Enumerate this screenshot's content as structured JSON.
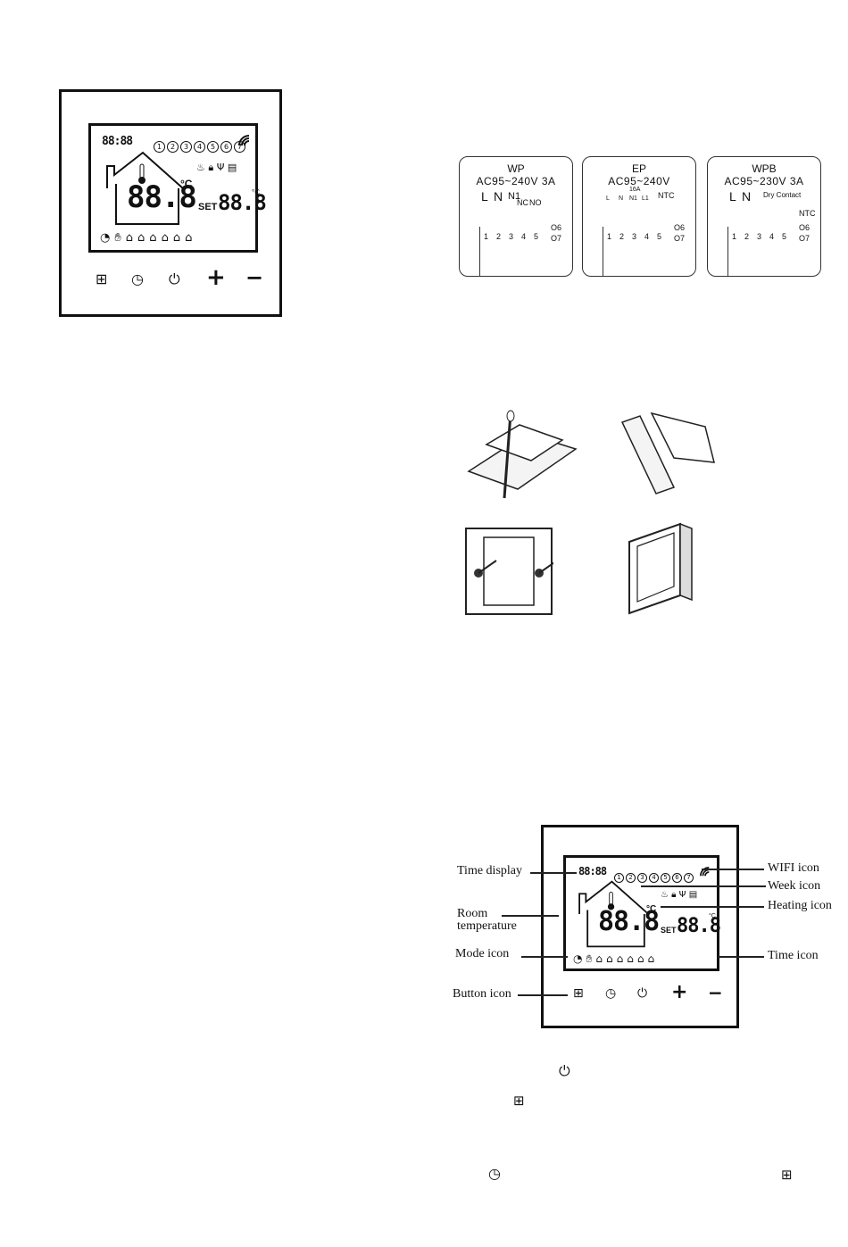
{
  "thermostat_top": {
    "time_display": "88:88",
    "week_days": [
      "1",
      "2",
      "3",
      "4",
      "5",
      "6",
      "7"
    ],
    "room_temp": "88.8",
    "celsius": "°C",
    "set_label": "SET",
    "set_temp": "88.8",
    "set_unit": "°C",
    "buttons": [
      "menu-icon",
      "clock-icon",
      "power-icon",
      "plus-icon",
      "minus-icon"
    ],
    "plus": "+",
    "minus": "−"
  },
  "wiring": [
    {
      "title": "WP",
      "voltage": "AC95~240V  3A",
      "top_labels": [
        "L",
        "N",
        "N1",
        "NC",
        "NO"
      ],
      "terminals": [
        "1",
        "2",
        "3",
        "4",
        "5"
      ],
      "extra": [
        "O6",
        "O7"
      ]
    },
    {
      "title": "EP",
      "voltage": "AC95~240V",
      "sub": "16A",
      "top_labels": [
        "L",
        "N",
        "N1",
        "L1",
        "NTC"
      ],
      "terminals": [
        "1",
        "2",
        "3",
        "4",
        "5"
      ],
      "extra": [
        "O6",
        "O7"
      ]
    },
    {
      "title": "WPB",
      "voltage": "AC95~230V  3A",
      "top_labels": [
        "L",
        "N",
        "Dry Contact",
        "NTC"
      ],
      "terminals": [
        "1",
        "2",
        "3",
        "4",
        "5"
      ],
      "extra": [
        "O6",
        "O7"
      ]
    }
  ],
  "diagram_labels": {
    "time_display": "Time display",
    "room_temperature_1": "Room",
    "room_temperature_2": "temperature",
    "mode_icon": "Mode icon",
    "button_icon": "Button icon",
    "wifi_icon": "WIFI icon",
    "week_icon": "Week icon",
    "heating_icon": "Heating icon",
    "time_icon": "Time icon"
  },
  "inline_icons": [
    "power-icon",
    "menu-icon",
    "clock-icon",
    "menu-icon"
  ]
}
